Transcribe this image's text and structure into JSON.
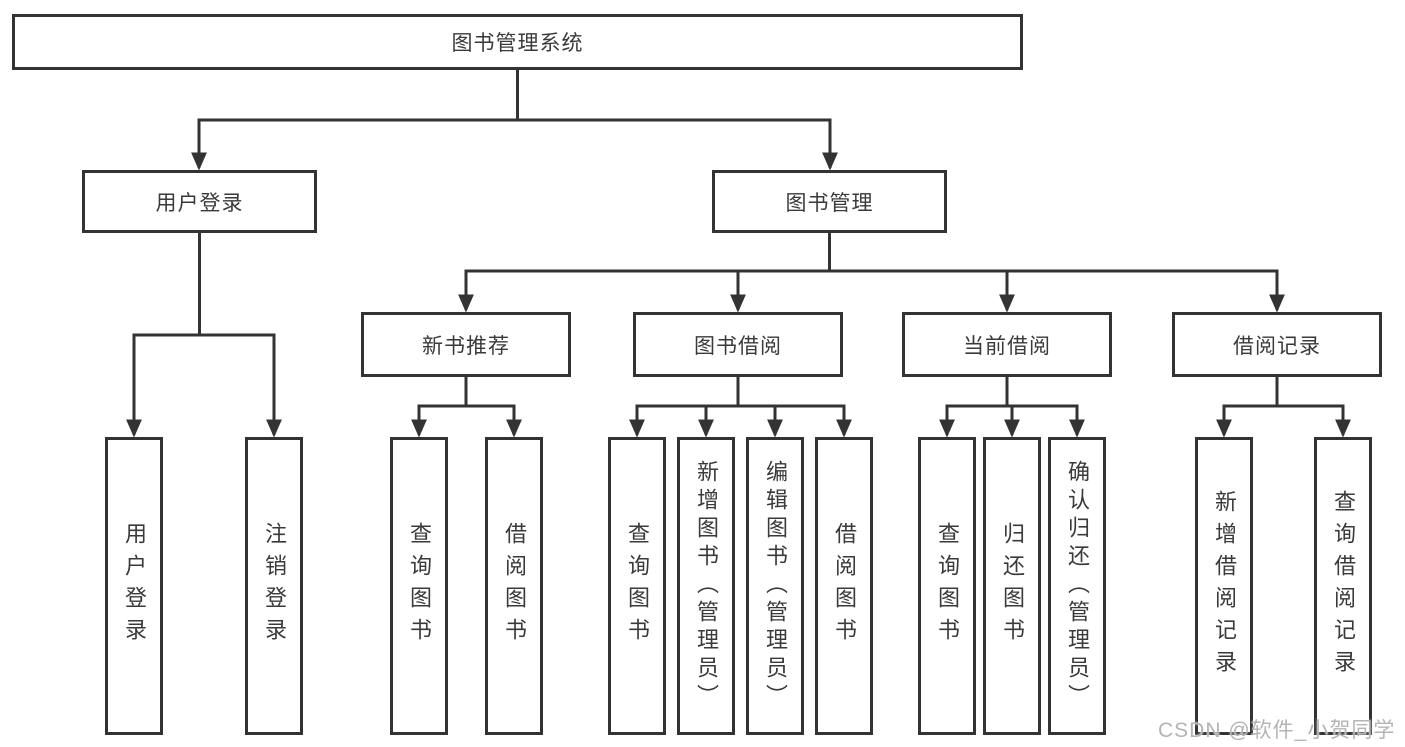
{
  "diagram": {
    "type": "hierarchy-tree",
    "colors": {
      "line": "#333333",
      "text": "#3a3a3a",
      "background": "#ffffff"
    },
    "tree": {
      "root": {
        "label": "图书管理系统"
      },
      "level2": [
        {
          "label": "用户登录"
        },
        {
          "label": "图书管理"
        }
      ],
      "level3": [
        {
          "label": "新书推荐"
        },
        {
          "label": "图书借阅"
        },
        {
          "label": "当前借阅"
        },
        {
          "label": "借阅记录"
        }
      ],
      "leaf_groups": [
        {
          "parent": "用户登录",
          "items": [
            "用户登录",
            "注销登录"
          ]
        },
        {
          "parent": "新书推荐",
          "items": [
            "查询图书",
            "借阅图书"
          ]
        },
        {
          "parent": "图书借阅",
          "items": [
            "查询图书",
            "新增图书（管理员）",
            "编辑图书（管理员）",
            "借阅图书"
          ]
        },
        {
          "parent": "当前借阅",
          "items": [
            "查询图书",
            "归还图书",
            "确认归还（管理员）"
          ]
        },
        {
          "parent": "借阅记录",
          "items": [
            "新增借阅记录",
            "查询借阅记录"
          ]
        }
      ]
    }
  },
  "watermark": {
    "text": "CSDN @软件_小贺同学"
  }
}
